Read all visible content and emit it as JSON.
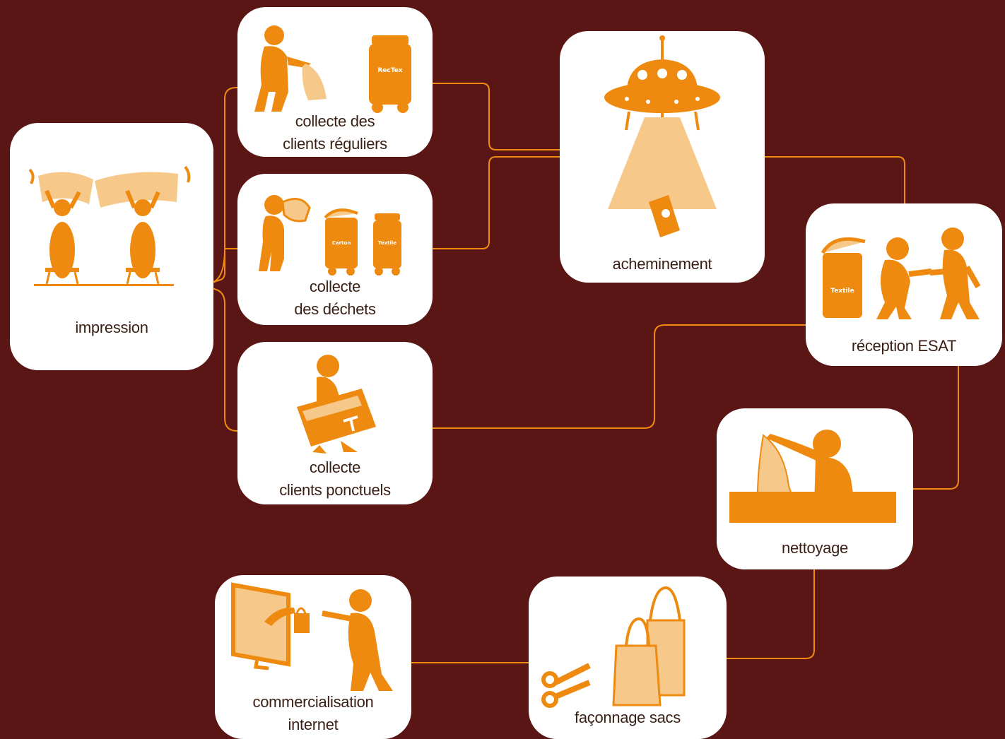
{
  "colors": {
    "background": "#5a1614",
    "accent": "#ee8a0f",
    "accent_light": "#f6c98a",
    "card": "#ffffff",
    "line": "#f08a10"
  },
  "cards": {
    "impression": {
      "label": [
        "impression"
      ],
      "icon": "two-people-holding-banner-icon"
    },
    "collecte_reguliers": {
      "label": [
        "collecte des",
        "clients réguliers"
      ],
      "icon": "person-with-bin-icon",
      "bin_label": "RecTex"
    },
    "collecte_dechets": {
      "label": [
        "collecte",
        "des déchets"
      ],
      "icon": "person-with-bins-icon",
      "bin_labels": [
        "Carton",
        "Textile"
      ]
    },
    "collecte_ponctuels": {
      "label": [
        "collecte",
        "clients ponctuels"
      ],
      "icon": "person-carrying-box-icon"
    },
    "acheminement": {
      "label": [
        "acheminement"
      ],
      "icon": "ufo-abducting-bin-icon"
    },
    "reception": {
      "label": [
        "réception ESAT"
      ],
      "icon": "handshake-bin-icon",
      "bin_label": "Textile"
    },
    "nettoyage": {
      "label": [
        "nettoyage"
      ],
      "icon": "person-washing-icon"
    },
    "faconnage": {
      "label": [
        "façonnage sacs"
      ],
      "icon": "scissors-and-bags-icon"
    },
    "commercialisation": {
      "label": [
        "commercialisation",
        "internet"
      ],
      "icon": "computer-shopping-icon"
    }
  }
}
